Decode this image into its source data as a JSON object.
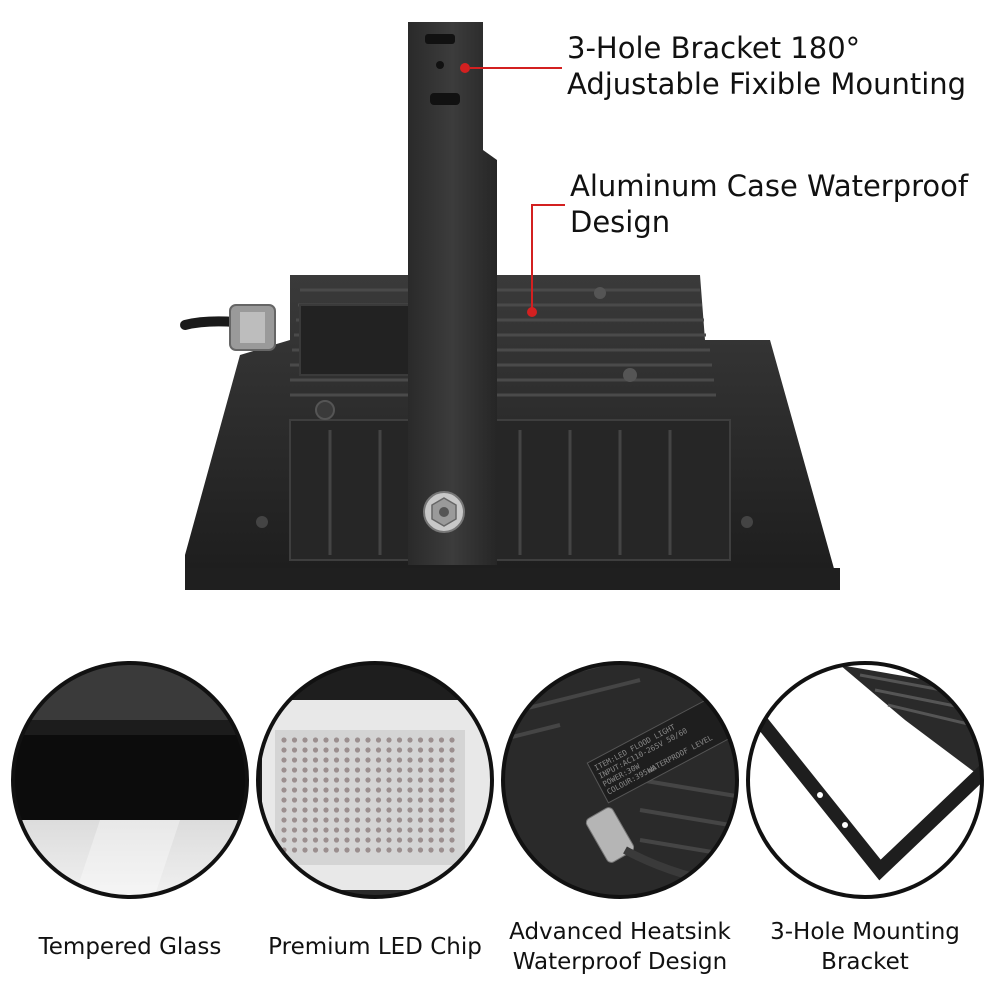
{
  "callouts": [
    {
      "line1": "3-Hole Bracket 180°",
      "line2": "Adjustable Fixible Mounting"
    },
    {
      "line1": "Aluminum Case Waterproof",
      "line2": "Design"
    }
  ],
  "features": [
    {
      "label": "Tempered Glass"
    },
    {
      "label": "Premium LED Chip"
    },
    {
      "label": "Advanced Heatsink",
      "label2": "Waterproof Design"
    },
    {
      "label": "3-Hole Mounting",
      "label2": "Bracket"
    }
  ],
  "label_plate": {
    "line1": "ITEM:LED FLOOD LIGHT",
    "line2": "INPUT:AC110-265V  50/60",
    "line3": "POWER:30W",
    "line4": "COLOUR:395nm",
    "line5": "WATERPROOF LEVEL"
  },
  "colors": {
    "accent": "#d32020",
    "body": "#2b2b2b",
    "bg": "#ffffff"
  }
}
